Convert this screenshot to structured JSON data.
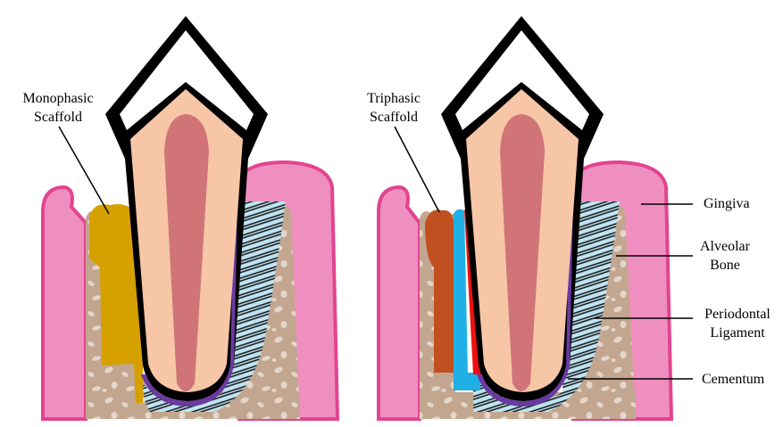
{
  "labels": {
    "monophasic_line1": "Monophasic",
    "monophasic_line2": "Scaffold",
    "triphasic_line1": "Triphasic",
    "triphasic_line2": "Scaffold",
    "gingiva": "Gingiva",
    "alveolar_line1": "Alveolar",
    "alveolar_line2": "Bone",
    "periodontal_line1": "Periodontal",
    "periodontal_line2": "Ligament",
    "cementum": "Cementum"
  },
  "colors": {
    "gingiva": "#ef8fbf",
    "gingiva_edge": "#e2448f",
    "bone": "#c3a68f",
    "bone_speckle": "#e3d6cb",
    "ligament": "#bfe3f2",
    "dentin": "#f6c6a7",
    "pulp": "#d17477",
    "enamel_outline": "#000000",
    "cementum": "#6a3aa0",
    "monophasic": "#d6a000",
    "triphasic_bone_phase": "#c05020",
    "triphasic_ligament_phase": "#1fb0e6",
    "triphasic_cementum_phase": "#ee1010"
  }
}
